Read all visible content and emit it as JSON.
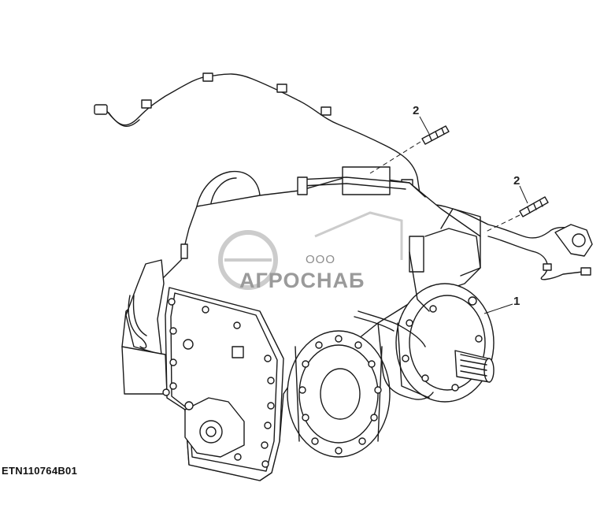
{
  "figure": {
    "id_label": "ETN110764B01",
    "callouts": [
      {
        "key": "2a",
        "text": "2"
      },
      {
        "key": "2b",
        "text": "2"
      },
      {
        "key": "1",
        "text": "1"
      }
    ]
  },
  "watermark": {
    "prefix": "ООО",
    "brand": "АГРОСНАБ"
  }
}
